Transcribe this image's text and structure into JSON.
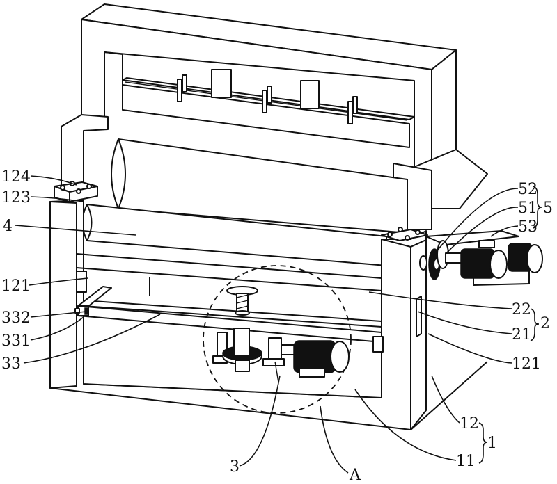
{
  "figure": {
    "type": "patent-perspective-drawing",
    "line_color": "#111111",
    "background": "#ffffff"
  },
  "labels": {
    "l124": "124",
    "l123": "123",
    "l4": "4",
    "l121_left": "121",
    "l332": "332",
    "l331": "331",
    "l33": "33",
    "l52": "52",
    "l51": "51",
    "l53": "53",
    "l5": "5",
    "l22": "22",
    "l21": "21",
    "l2": "2",
    "l121_right": "121",
    "l12": "12",
    "l11": "11",
    "l1": "1",
    "l3": "3",
    "lA": "A"
  }
}
